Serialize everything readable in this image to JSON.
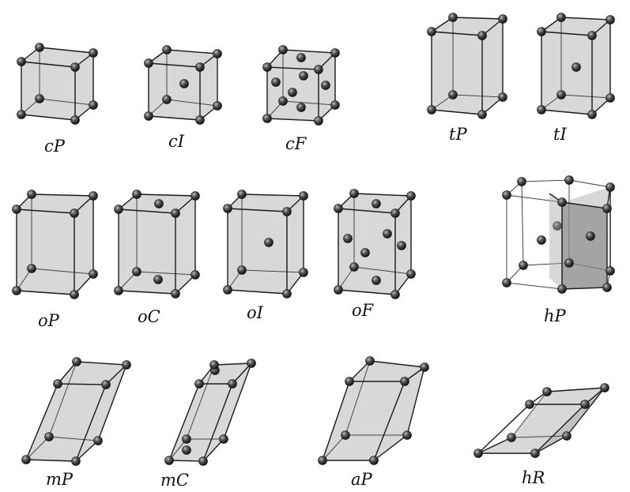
{
  "labels": {
    "cP": "cP",
    "cI": "cI",
    "cF": "cF",
    "tP": "tP",
    "tI": "tI",
    "oP": "oP",
    "oC": "oC",
    "oI": "oI",
    "oF": "oF",
    "hP": "hP",
    "mP": "mP",
    "mC": "mC",
    "aP": "aP",
    "hR": "hR"
  }
}
